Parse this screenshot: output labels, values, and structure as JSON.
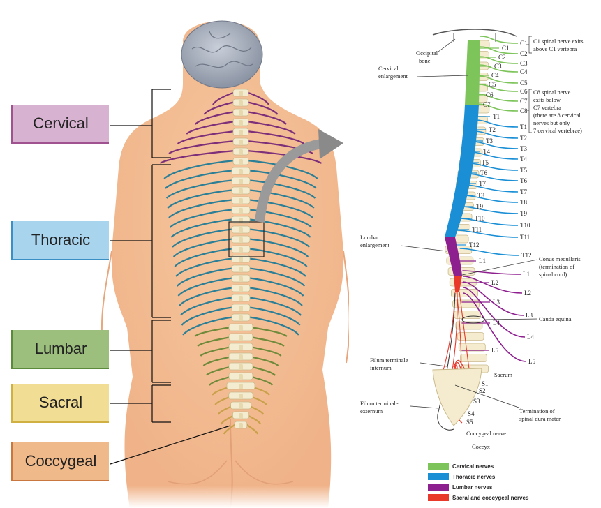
{
  "regions": [
    {
      "label": "Cervical",
      "bg": "#d8b3d1",
      "border": "#a0518f"
    },
    {
      "label": "Thoracic",
      "bg": "#a8d4ee",
      "border": "#3a8fc4"
    },
    {
      "label": "Lumbar",
      "bg": "#9cbf7e",
      "border": "#5a8a3a"
    },
    {
      "label": "Sacral",
      "bg": "#f2dd95",
      "border": "#d0b040"
    },
    {
      "label": "Coccygeal",
      "bg": "#f0b98a",
      "border": "#c9763f"
    }
  ],
  "nerves_left": [
    "C1",
    "C2",
    "C3",
    "C4",
    "C5",
    "C6",
    "C7",
    "T1",
    "T2",
    "T3",
    "T4",
    "T5",
    "T6",
    "T7",
    "T8",
    "T9",
    "T10",
    "T11",
    "T12",
    "L1",
    "L2",
    "L3",
    "L4",
    "L5",
    "S1",
    "S2",
    "S3",
    "S4",
    "S5"
  ],
  "nerves_right": [
    "C1",
    "C2",
    "C3",
    "C4",
    "C5",
    "C6",
    "C7",
    "C8",
    "T1",
    "T2",
    "T3",
    "T4",
    "T5",
    "T6",
    "T7",
    "T8",
    "T9",
    "T10",
    "T11",
    "T12",
    "L1",
    "L2",
    "L3",
    "L4",
    "L5"
  ],
  "annotations": {
    "occipital": [
      "Occipital",
      "bone"
    ],
    "cervical_enl": [
      "Cervical",
      "enlargement"
    ],
    "lumbar_enl": [
      "Lumbar",
      "enlargement"
    ],
    "filum_int": [
      "Filum terminale",
      "internum"
    ],
    "filum_ext": [
      "Filum terminale",
      "externum"
    ],
    "c1_note": [
      "C1 spinal nerve exits",
      "above C1 vertebra"
    ],
    "c8_note": [
      "C8 spinal nerve",
      "exits below",
      "C7 vertebra",
      "(there are 8 cervical",
      "nerves but only",
      "7 cervical vertebrae)"
    ],
    "conus": [
      "Conus medullaris",
      "(termination of",
      "spinal cord)"
    ],
    "cauda": "Cauda equina",
    "sacrum": "Sacrum",
    "dura": [
      "Termination of",
      "spinal dura mater"
    ],
    "coccygeal_nerve": "Coccygeal nerve",
    "coccyx": "Coccyx"
  },
  "legend": [
    {
      "label": "Cervical nerves",
      "color": "#7dc45a"
    },
    {
      "label": "Thoracic nerves",
      "color": "#1a8fd6"
    },
    {
      "label": "Lumbar nerves",
      "color": "#8e1f8f"
    },
    {
      "label": "Sacral and coccygeal nerves",
      "color": "#e8392b"
    }
  ]
}
